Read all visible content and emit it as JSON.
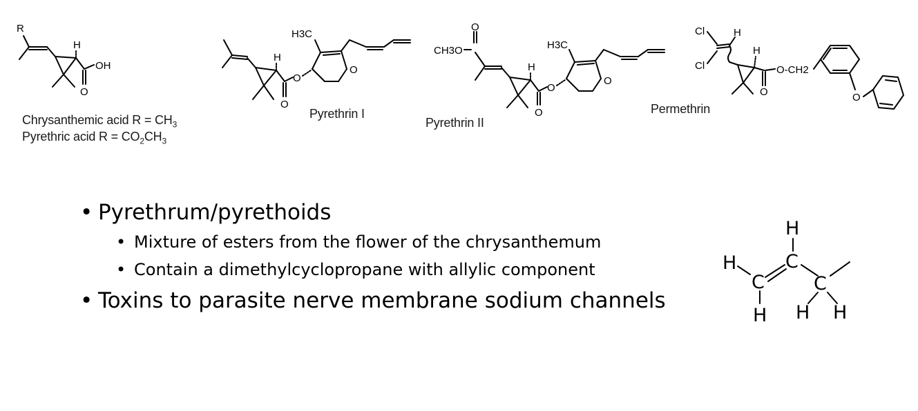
{
  "structures": {
    "chrysanthemic": {
      "r_label": "R",
      "h_label": "H",
      "oh_label": "OH",
      "o_label": "O",
      "caption_line1": "Chrysanthemic acid   R = CH",
      "caption_line1_sub": "3",
      "caption_line2": "Pyrethric acid  R = CO",
      "caption_line2_sub1": "2",
      "caption_line2_mid": "CH",
      "caption_line2_sub2": "3"
    },
    "pyrethrin1": {
      "name": "Pyrethrin I",
      "h3c_label": "H3C",
      "h_label": "H",
      "o_label": "O",
      "ketone_o": "O",
      "carbonyl_o": "O"
    },
    "pyrethrin2": {
      "name": "Pyrethrin II",
      "ch3o_label": "CH3O",
      "h3c_label": "H3C",
      "h_label": "H",
      "o_label": "O",
      "ketone_o": "O",
      "carbonyl_o": "O",
      "ester_o": "O"
    },
    "permethrin": {
      "name": "Permethrin",
      "cl1": "Cl",
      "cl2": "Cl",
      "h_top": "H",
      "h_ring": "H",
      "och2": "O-CH2",
      "o_label": "O",
      "carbonyl_o": "O"
    }
  },
  "bullets": {
    "item1": "Pyrethrum/pyrethoids",
    "sub1": "Mixture of esters from the flower of the chrysanthemum",
    "sub2": "Contain a dimethylcyclopropane with allylic component",
    "item2": "Toxins to parasite nerve membrane sodium channels",
    "bullet_char": "•"
  },
  "allyl": {
    "h_top": "H",
    "h_left": "H",
    "c1": "C",
    "c2": "C",
    "c3": "C",
    "h_bottom1": "H",
    "h_bottom2": "H",
    "h_bottom3": "H"
  }
}
